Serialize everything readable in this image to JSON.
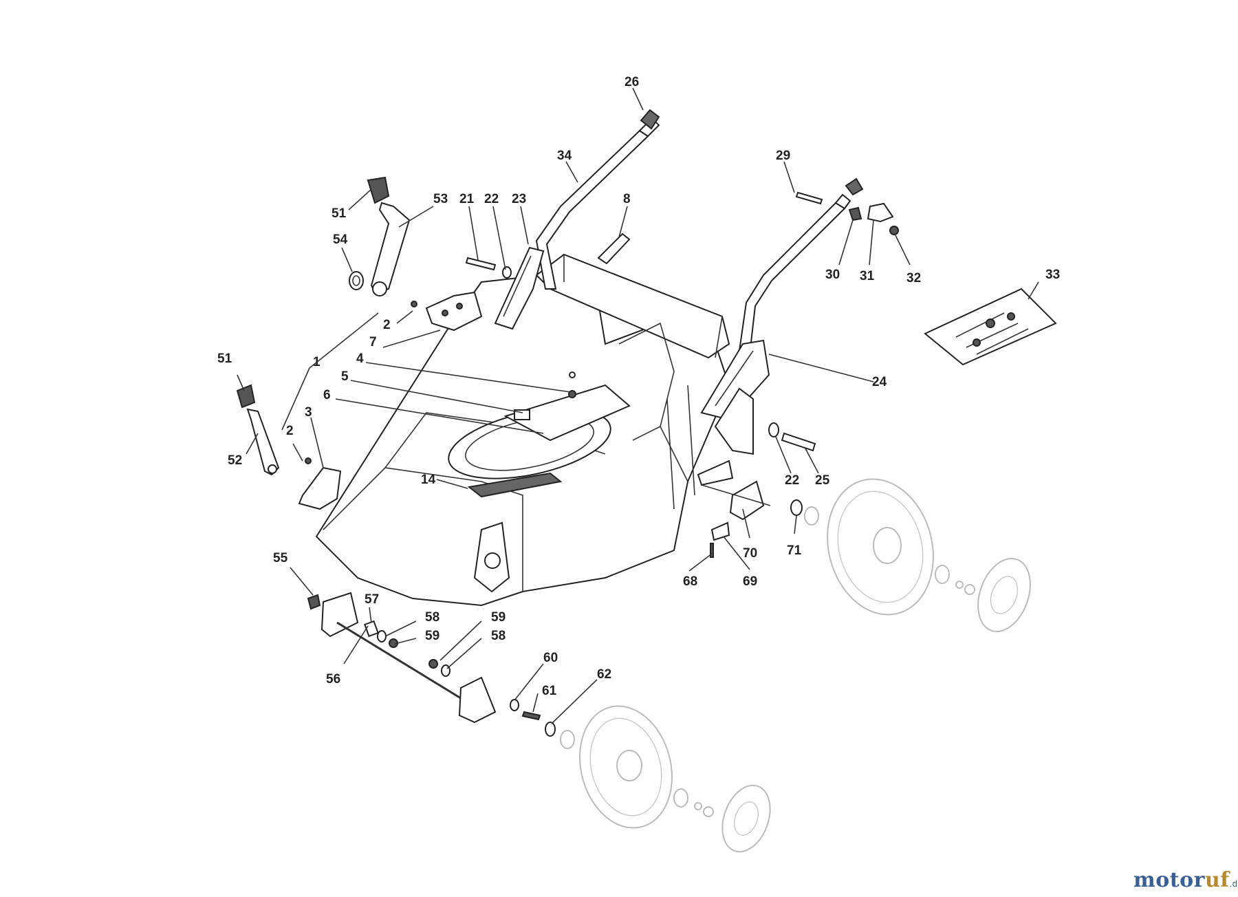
{
  "diagram": {
    "part_labels": [
      "1",
      "2",
      "2",
      "3",
      "4",
      "5",
      "6",
      "7",
      "8",
      "14",
      "21",
      "22",
      "22",
      "23",
      "24",
      "25",
      "26",
      "29",
      "30",
      "31",
      "32",
      "33",
      "34",
      "51",
      "51",
      "52",
      "53",
      "54",
      "55",
      "56",
      "57",
      "58",
      "58",
      "59",
      "59",
      "60",
      "61",
      "62",
      "68",
      "69",
      "70",
      "71"
    ]
  },
  "watermark": {
    "brand_blue": "motor",
    "brand_gold": "uf",
    "suffix": ".de",
    "colors": {
      "blue": "#3a5f95",
      "gold": "#b58a2e"
    }
  }
}
